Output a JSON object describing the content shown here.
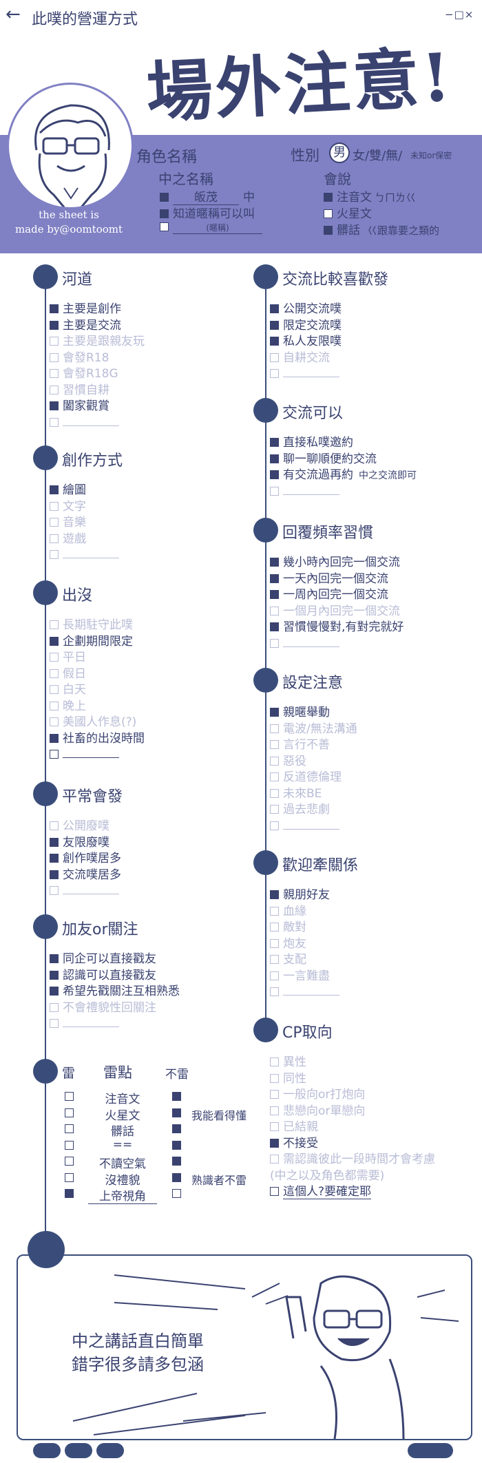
{
  "topbar": {
    "back_icon": "arrow-left-icon",
    "title": "此噗的營運方式",
    "window_controls": "−□×"
  },
  "header": {
    "title": "場外注意!"
  },
  "profile": {
    "credit_line1": "the sheet is",
    "credit_line2": "made by@oomtoomt",
    "role_name_label": "角色名稱",
    "gender_label": "性別",
    "gender_selected": "男",
    "gender_options": "女/雙/無/",
    "gender_small": "未知or保密",
    "zhong_label": "中之名稱",
    "zhong_name_value": "皈茂",
    "zhong_name_suffix": "中",
    "zhong_opt2": "知道暱稱可以叫",
    "zhong_opt3_hint": "(暱稱)",
    "speak_label": "會說",
    "speak_opt1": "注音文",
    "speak_opt1_extra": "ㄅㄇㄌ巜",
    "speak_opt2": "火星文",
    "speak_opt3": "髒話",
    "speak_opt3_extra": "巜跟靠要之類的"
  },
  "left_sections": [
    {
      "title": "河道",
      "items": [
        {
          "label": "主要是創作",
          "on": true
        },
        {
          "label": "主要是交流",
          "on": true
        },
        {
          "label": "主要是跟親友玩",
          "on": false
        },
        {
          "label": "會發R18",
          "on": false
        },
        {
          "label": "會發R18G",
          "on": false
        },
        {
          "label": "習慣自耕",
          "on": false
        },
        {
          "label": "闔家觀賞",
          "on": true
        },
        {
          "label": "",
          "on": false
        }
      ]
    },
    {
      "title": "創作方式",
      "items": [
        {
          "label": "繪圖",
          "on": true
        },
        {
          "label": "文字",
          "on": false
        },
        {
          "label": "音樂",
          "on": false
        },
        {
          "label": "遊戲",
          "on": false
        },
        {
          "label": "",
          "on": false
        }
      ]
    },
    {
      "title": "出沒",
      "items": [
        {
          "label": "長期駐守此噗",
          "on": false
        },
        {
          "label": "企劃期間限定",
          "on": true
        },
        {
          "label": "平日",
          "on": false
        },
        {
          "label": "假日",
          "on": false
        },
        {
          "label": "白天",
          "on": false
        },
        {
          "label": "晚上",
          "on": false
        },
        {
          "label": "美國人作息(?)",
          "on": false
        },
        {
          "label": "社畜的出沒時間",
          "on": true
        },
        {
          "label": "",
          "on": false,
          "dark": true
        }
      ]
    },
    {
      "title": "平常會發",
      "items": [
        {
          "label": "公開廢噗",
          "on": false
        },
        {
          "label": "友限廢噗",
          "on": true
        },
        {
          "label": "創作噗居多",
          "on": true
        },
        {
          "label": "交流噗居多",
          "on": true
        },
        {
          "label": "",
          "on": false
        }
      ]
    },
    {
      "title": "加友or關注",
      "items": [
        {
          "label": "同企可以直接戳友",
          "on": true
        },
        {
          "label": "認識可以直接戳友",
          "on": true
        },
        {
          "label": "希望先戳關注互相熟悉",
          "on": true
        },
        {
          "label": "不會禮貌性回關注",
          "on": false
        },
        {
          "label": "",
          "on": false
        }
      ]
    }
  ],
  "right_sections": [
    {
      "title": "交流比較喜歡發",
      "items": [
        {
          "label": "公開交流噗",
          "on": true
        },
        {
          "label": "限定交流噗",
          "on": true
        },
        {
          "label": "私人友限噗",
          "on": true
        },
        {
          "label": "自耕交流",
          "on": false
        },
        {
          "label": "",
          "on": false
        }
      ]
    },
    {
      "title": "交流可以",
      "items": [
        {
          "label": "直接私噗邀約",
          "on": true
        },
        {
          "label": "聊一聊順便約交流",
          "on": true
        },
        {
          "label": "有交流過再約",
          "on": true,
          "extra": "中之交流即可"
        },
        {
          "label": "",
          "on": false
        }
      ]
    },
    {
      "title": "回覆頻率習慣",
      "items": [
        {
          "label": "幾小時內回完一個交流",
          "on": true
        },
        {
          "label": "一天內回完一個交流",
          "on": true
        },
        {
          "label": "一周內回完一個交流",
          "on": true
        },
        {
          "label": "一個月內回完一個交流",
          "on": false
        },
        {
          "label": "習慣慢慢對,有對完就好",
          "on": true
        },
        {
          "label": "",
          "on": false
        }
      ]
    },
    {
      "title": "設定注意",
      "items": [
        {
          "label": "親暱舉動",
          "on": true
        },
        {
          "label": "電波/無法溝通",
          "on": false
        },
        {
          "label": "言行不善",
          "on": false
        },
        {
          "label": "惡役",
          "on": false
        },
        {
          "label": "反道德倫理",
          "on": false
        },
        {
          "label": "未來BE",
          "on": false
        },
        {
          "label": "過去悲劇",
          "on": false
        },
        {
          "label": "",
          "on": false
        }
      ]
    },
    {
      "title": "歡迎牽關係",
      "items": [
        {
          "label": "親朋好友",
          "on": true
        },
        {
          "label": "血緣",
          "on": false
        },
        {
          "label": "敵對",
          "on": false
        },
        {
          "label": "炮友",
          "on": false
        },
        {
          "label": "支配",
          "on": false
        },
        {
          "label": "一言難盡",
          "on": false
        },
        {
          "label": "",
          "on": false
        }
      ]
    },
    {
      "title": "CP取向",
      "items": [
        {
          "label": "異性",
          "on": false
        },
        {
          "label": "同性",
          "on": false
        },
        {
          "label": "一般向or打炮向",
          "on": false
        },
        {
          "label": "悲戀向or單戀向",
          "on": false
        },
        {
          "label": "已結親",
          "on": false
        },
        {
          "label": "不接受",
          "on": true
        },
        {
          "label": "需認識彼此一段時間才會考慮",
          "on": false
        },
        {
          "label": "(中之以及角色都需要)",
          "on": false,
          "nobox": true
        },
        {
          "label": "這個人?要確定耶",
          "on": false,
          "dark": true
        }
      ]
    }
  ],
  "thunder": {
    "title_left": "雷",
    "title_mid": "雷點",
    "title_right": "不雷",
    "rows": [
      {
        "label": "注音文",
        "left": false,
        "right": true,
        "note": ""
      },
      {
        "label": "火星文",
        "left": false,
        "right": true,
        "note": "我能看得懂"
      },
      {
        "label": "髒話",
        "left": false,
        "right": true,
        "note": ""
      },
      {
        "label": "==",
        "left": false,
        "right": true,
        "note": ""
      },
      {
        "label": "不讀空氣",
        "left": false,
        "right": true,
        "note": ""
      },
      {
        "label": "沒禮貌",
        "left": false,
        "right": true,
        "note": "熟識者不雷"
      },
      {
        "label": "上帝視角",
        "left": true,
        "right": false,
        "note": ""
      }
    ]
  },
  "footer": {
    "line1": "中之講話直白簡單",
    "line2": "錯字很多請多包涵"
  },
  "colors": {
    "primary": "#3a4270",
    "band": "#8080c4",
    "faint": "#b8bcd6"
  }
}
